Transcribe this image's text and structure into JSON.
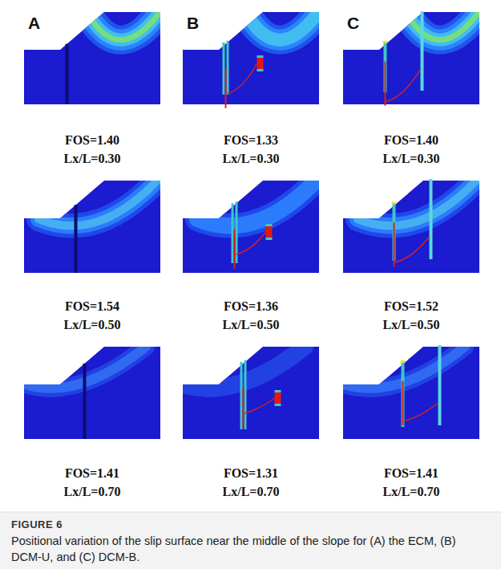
{
  "diagram": {
    "caption": "Positional variation of the slip surface near the middle of the slope for (A) the ECM, (B) DCM-U, and (C) DCM-B.",
    "title": "FIGURE 6",
    "labels": [
      "A",
      "B",
      "C",
      "FOS=1.40",
      "Lx/L=0.30",
      "FOS=1.33",
      "Lx/L=0.30",
      "FOS=1.40",
      "Lx/L=0.30",
      "FOS=1.54",
      "Lx/L=0.50",
      "FOS=1.36",
      "Lx/L=0.50",
      "FOS=1.52",
      "Lx/L=0.50",
      "FOS=1.41",
      "Lx/L=0.70",
      "FOS=1.31",
      "Lx/L=0.70",
      "FOS=1.41",
      "Lx/L=0.70"
    ]
  }
}
